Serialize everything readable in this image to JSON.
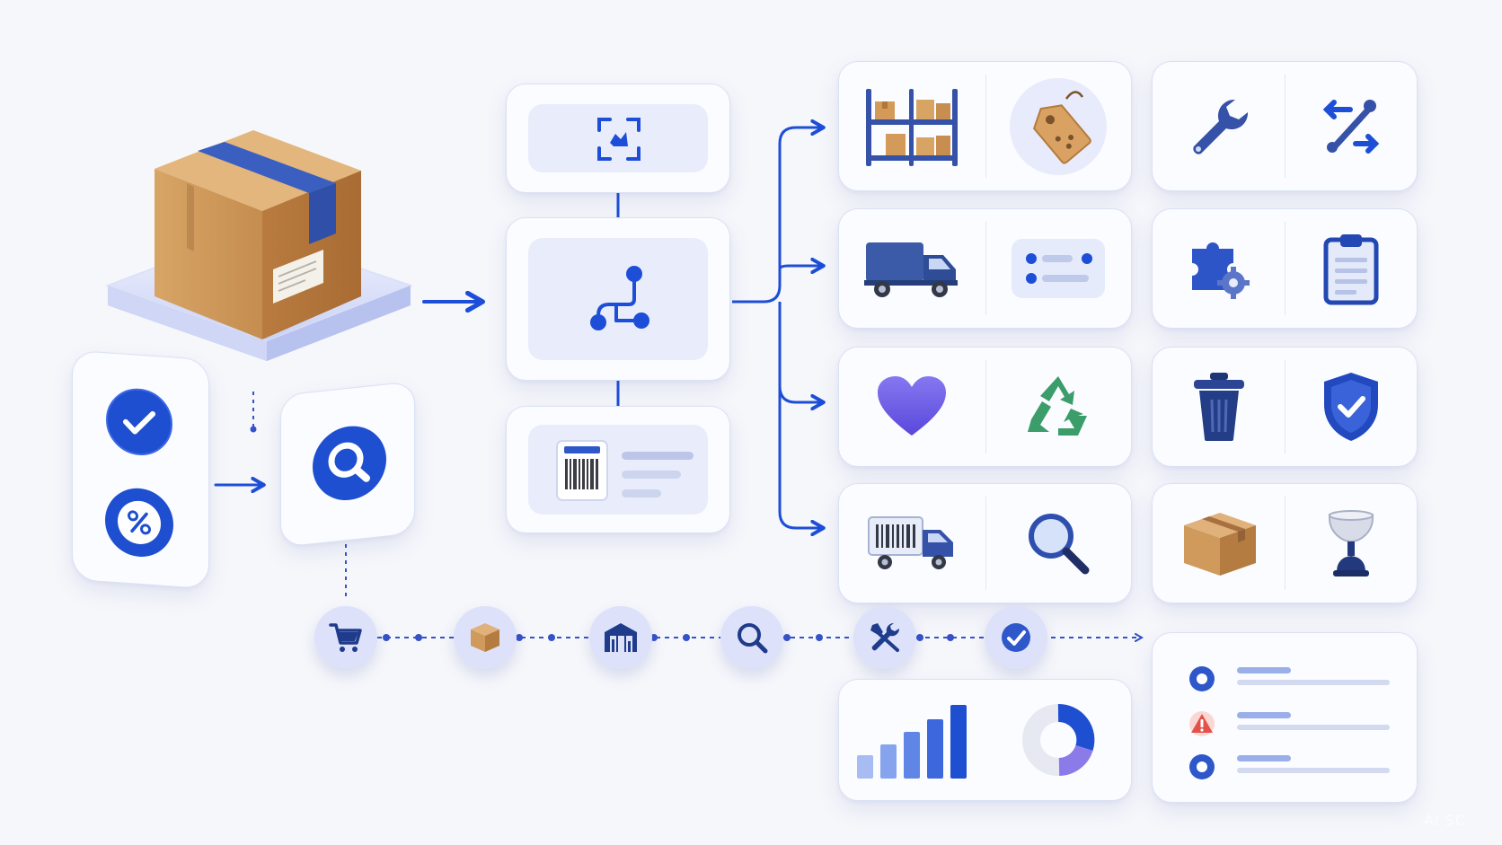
{
  "colors": {
    "background": "#f6f7fb",
    "accent": "#1d4ed8",
    "accent_light": "#dde2fa",
    "box_cardboard": "#d4a46c",
    "tape": "#3b5fc0",
    "heart": "#6b5ce8",
    "recycle": "#3a9d6a",
    "alert": "#e0524a"
  },
  "icons": {
    "package_box": "package-box-icon",
    "check_badge": "check-circle-icon",
    "percent_badge": "percent-circle-icon",
    "search": "search-icon",
    "scan": "scan-focus-icon",
    "routing": "routing-nodes-icon",
    "barcode_label": "barcode-label-icon",
    "warehouse_shelves": "warehouse-shelves-icon",
    "price_tag": "price-tag-icon",
    "wrench": "wrench-icon",
    "swap_arrows": "swap-arrows-icon",
    "delivery_truck": "delivery-truck-icon",
    "bullet_list": "list-icon",
    "puzzle_gear": "puzzle-gear-icon",
    "clipboard": "clipboard-icon",
    "heart": "heart-icon",
    "recycle": "recycle-icon",
    "trash_bin": "trash-bin-icon",
    "shield_check": "shield-check-icon",
    "barcode_truck": "barcode-truck-icon",
    "magnifier": "magnifier-icon",
    "closed_box": "closed-box-icon",
    "trophy": "trophy-icon",
    "bar_chart": "bar-chart-icon",
    "donut_chart": "donut-chart-icon",
    "status_list": "status-list-icon"
  },
  "pipeline_steps": [
    {
      "icon": "cart-icon"
    },
    {
      "icon": "package-icon"
    },
    {
      "icon": "warehouse-icon"
    },
    {
      "icon": "search-icon"
    },
    {
      "icon": "tools-icon"
    },
    {
      "icon": "check-icon"
    }
  ],
  "status_list": [
    {
      "status": "info",
      "icon": "info-ring-icon"
    },
    {
      "status": "warning",
      "icon": "warning-triangle-icon"
    },
    {
      "status": "info",
      "icon": "info-ring-icon"
    }
  ],
  "watermark": "AI SC"
}
